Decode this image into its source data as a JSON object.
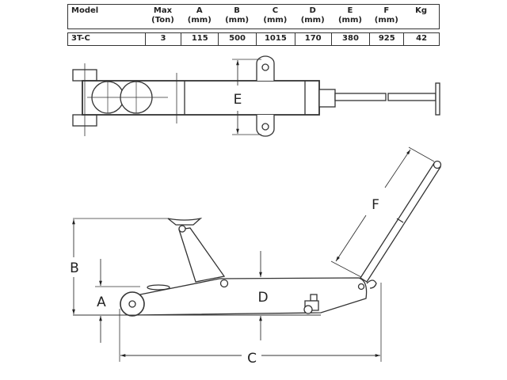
{
  "table": {
    "headers": [
      "Model",
      "Max\n(Ton)",
      "A\n(mm)",
      "B\n(mm)",
      "C\n(mm)",
      "D\n(mm)",
      "E\n(mm)",
      "F\n(mm)",
      "Kg"
    ],
    "rows": [
      [
        "3T-C",
        "3",
        "115",
        "500",
        "1015",
        "170",
        "380",
        "925",
        "42"
      ]
    ]
  },
  "dimensions": {
    "A": "A",
    "B": "B",
    "C": "C",
    "D": "D",
    "E": "E",
    "F": "F"
  }
}
